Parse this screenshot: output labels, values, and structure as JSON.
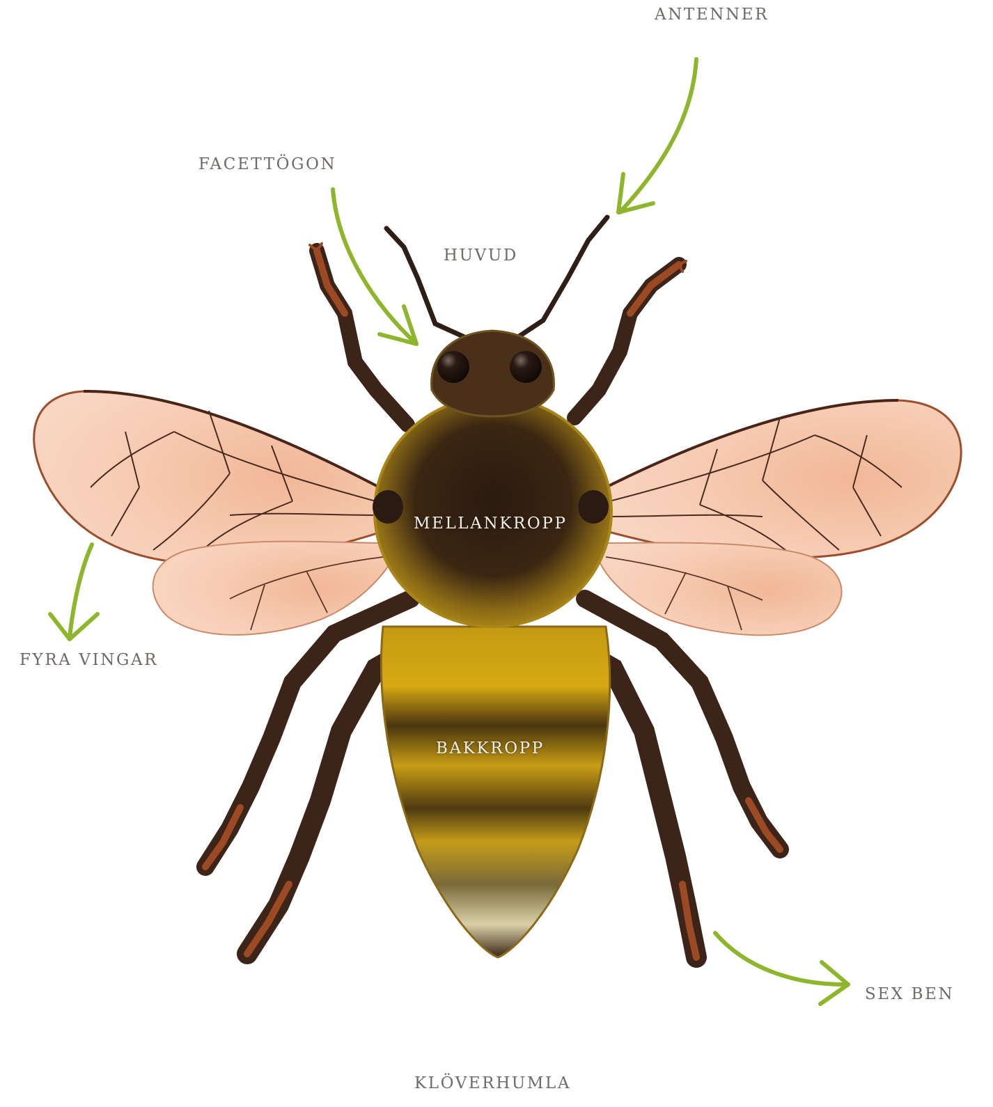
{
  "labels": {
    "antenner": "ANTENNER",
    "facettogon": "FACETTÖGON",
    "huvud": "HUVUD",
    "mellankropp": "MELLANKROPP",
    "fyra_vingar": "FYRA VINGAR",
    "bakkropp": "BAKKROPP",
    "sex_ben": "SEX BEN"
  },
  "caption": "KLÖVERHUMLA",
  "colors": {
    "background": "#ffffff",
    "label_text": "#6f6a66",
    "arrow": "#8db62c",
    "wing_fill": "#f6c7ad",
    "wing_edge": "#c9744e",
    "wing_vein": "#5a2f1f",
    "body_yellow": "#c9a116",
    "body_dark": "#3a2414",
    "leg_brown": "#4a2a1c",
    "tarsus_orange": "#b5582a"
  },
  "icons": [
    "bumblebee-illustration",
    "arrow-icon"
  ]
}
